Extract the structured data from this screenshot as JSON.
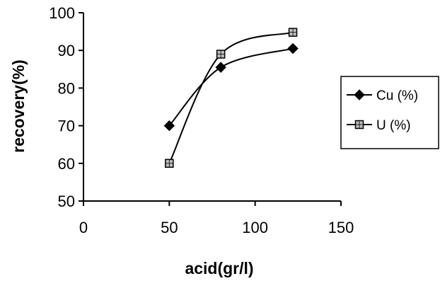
{
  "chart_data": {
    "type": "line",
    "title": "",
    "xlabel": "acid(gr/l)",
    "ylabel": "recovery(%)",
    "xlim": [
      0,
      150
    ],
    "ylim": [
      50,
      100
    ],
    "x_ticks": [
      0,
      50,
      100,
      150
    ],
    "y_ticks": [
      50,
      60,
      70,
      80,
      90,
      100
    ],
    "grid": false,
    "legend_position": "right",
    "series": [
      {
        "name": "Cu (%)",
        "marker": "diamond",
        "color": "#000000",
        "points": [
          [
            50,
            70
          ],
          [
            80,
            85.5
          ],
          [
            122,
            90.5
          ]
        ]
      },
      {
        "name": "U (%)",
        "marker": "square",
        "color": "#000000",
        "points": [
          [
            50,
            60
          ],
          [
            80,
            89
          ],
          [
            122,
            94.8
          ]
        ]
      }
    ]
  }
}
